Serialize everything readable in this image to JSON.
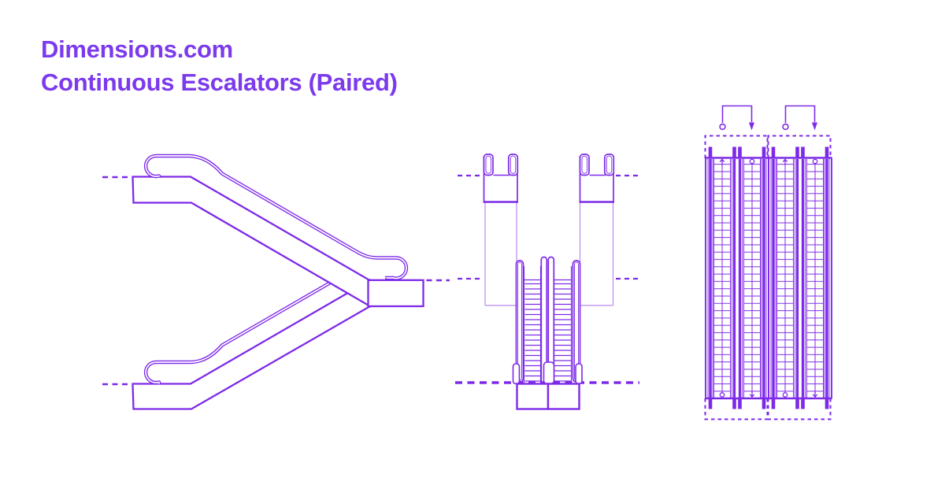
{
  "header": {
    "site_name": "Dimensions.com",
    "title": "Continuous Escalators (Paired)"
  },
  "colors": {
    "accent": "#7c3aed",
    "line": "#7d2ae8",
    "background": "#ffffff"
  },
  "drawing": {
    "views": [
      {
        "name": "side-elevation",
        "description": "paired continuous escalators crossing between three levels"
      },
      {
        "name": "front-elevation",
        "description": "two upper landings and twin lower step channels"
      },
      {
        "name": "plan-view",
        "description": "two escalator lanes with up and down step bands"
      }
    ],
    "plan_markers": {
      "up_band": "arrow-up-top-circle-bottom",
      "down_band": "circle-top-arrow-down-bottom"
    }
  }
}
